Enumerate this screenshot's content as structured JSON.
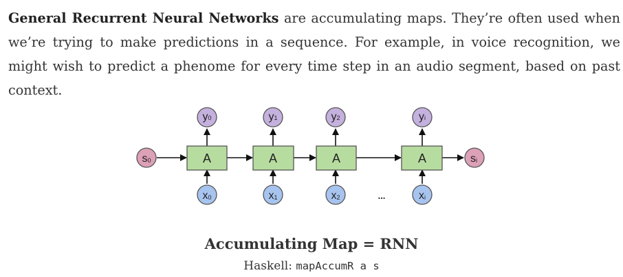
{
  "paragraph": {
    "bold_lead": "General Recurrent Neural Networks",
    "rest": " are accumulating maps. They’re often used when we’re trying to make predictions in a sequence. For example, in voice recognition, we might wish to predict a phenome for every time step in an audio segment, based on past context."
  },
  "diagram": {
    "initial_state": {
      "base": "s",
      "sub": "0"
    },
    "final_state": {
      "base": "s",
      "sub": "i"
    },
    "cell_label": "A",
    "ellipsis": "...",
    "steps": [
      {
        "x": {
          "base": "x",
          "sub": "0"
        },
        "y": {
          "base": "y",
          "sub": "0"
        }
      },
      {
        "x": {
          "base": "x",
          "sub": "1"
        },
        "y": {
          "base": "y",
          "sub": "1"
        }
      },
      {
        "x": {
          "base": "x",
          "sub": "2"
        },
        "y": {
          "base": "y",
          "sub": "2"
        }
      },
      {
        "x": {
          "base": "x",
          "sub": "i"
        },
        "y": {
          "base": "y",
          "sub": "i"
        }
      }
    ],
    "colors": {
      "cell_fill": "#b7dca0",
      "cell_stroke": "#555555",
      "input_fill": "#a7c4ef",
      "output_fill": "#c4b1de",
      "state_fill": "#dca0b7",
      "arrow": "#111111"
    }
  },
  "caption": {
    "title": "Accumulating Map = RNN",
    "sub_prefix": "Haskell: ",
    "sub_code": "mapAccumR a s"
  }
}
